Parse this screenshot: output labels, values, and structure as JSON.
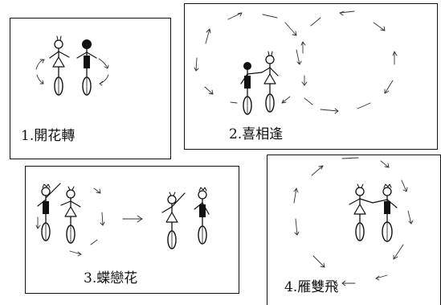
{
  "figures": [
    {
      "id": "p1",
      "caption": "1.開花轉"
    },
    {
      "id": "p2",
      "caption": "2.喜相逢"
    },
    {
      "id": "p3",
      "caption": "3.蝶戀花"
    },
    {
      "id": "p4",
      "caption": "4.雁雙飛"
    }
  ],
  "colors": {
    "ink": "#111111",
    "background": "#ffffff"
  },
  "icons": [
    "unicyclist-girl",
    "unicyclist-boy",
    "motion-arrow"
  ]
}
